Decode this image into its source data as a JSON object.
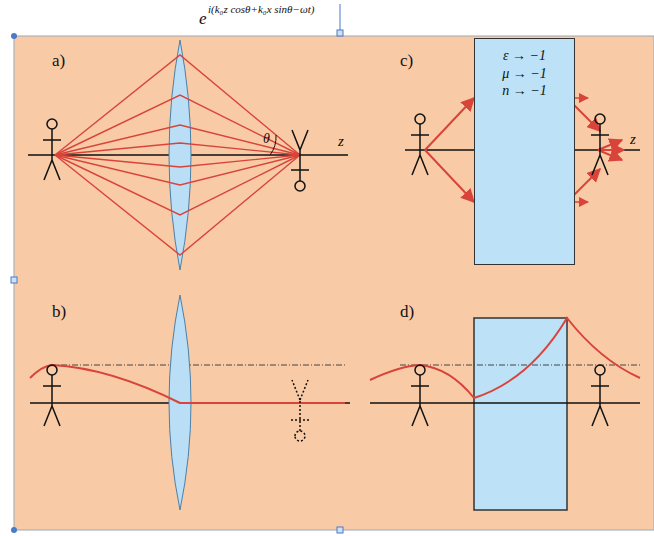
{
  "diagram": {
    "nodes": [
      {
        "text": [
          "ε → −1",
          "μ → −1",
          "n → −1"
        ]
      }
    ],
    "labels": [
      "a)",
      "e",
      "i(k₀z cosθ+k₀x sinθ−ωt)",
      "θ",
      "z",
      "b)",
      "c)",
      "z",
      "d)"
    ]
  }
}
